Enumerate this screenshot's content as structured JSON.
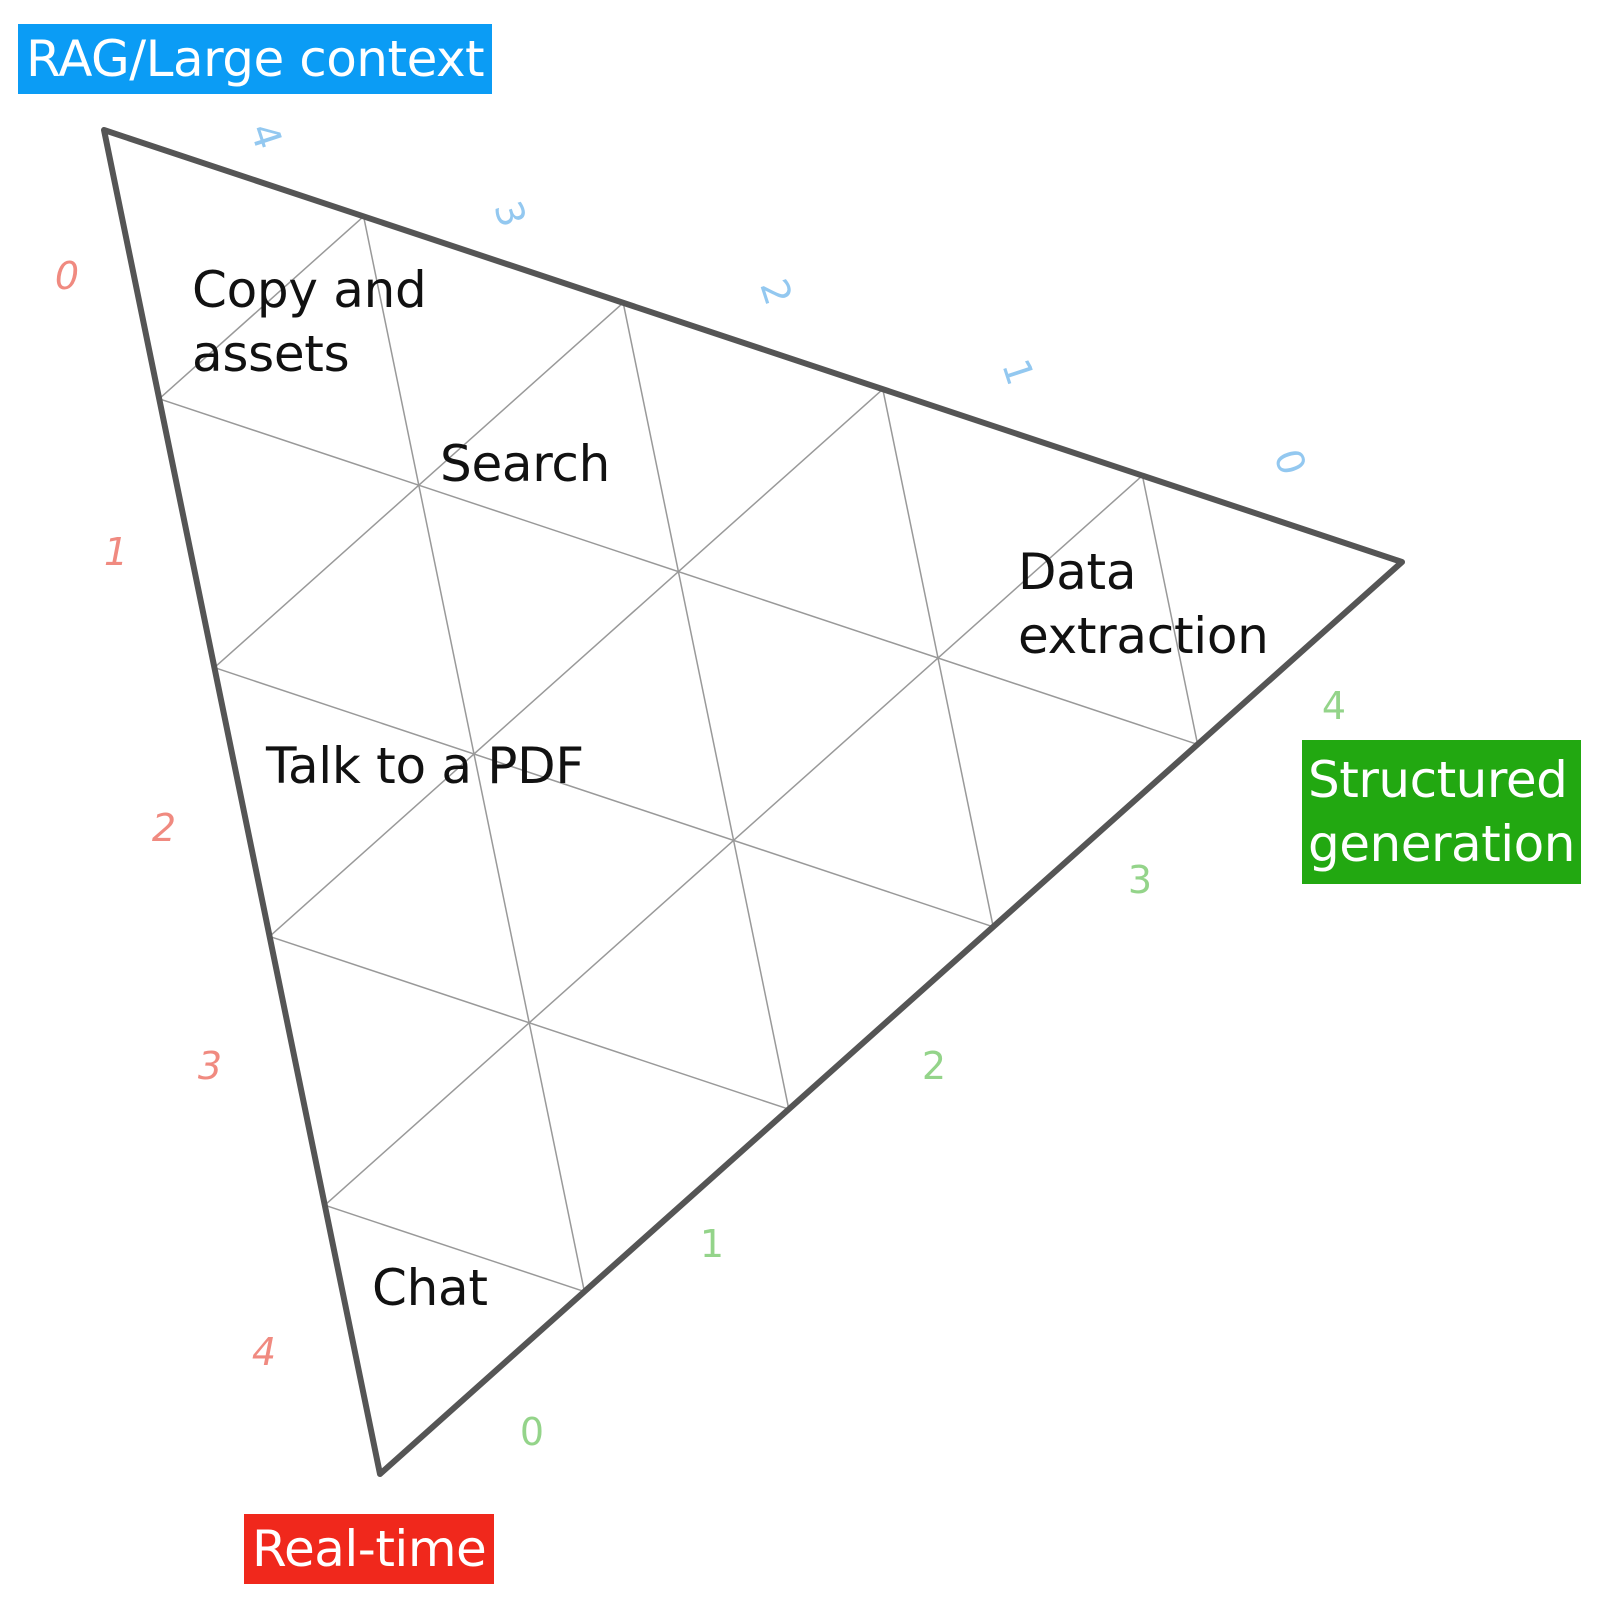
{
  "corners": {
    "top": "RAG/Large context",
    "bottom": "Real-time",
    "right": [
      "Structured",
      "generation"
    ]
  },
  "regions": {
    "copy": [
      "Copy and",
      "assets"
    ],
    "search": "Search",
    "data": [
      "Data",
      "extraction"
    ],
    "pdf": "Talk to a PDF",
    "chat": "Chat"
  },
  "ticks": {
    "red": [
      "0",
      "1",
      "2",
      "3",
      "4"
    ],
    "blue": [
      "4",
      "3",
      "2",
      "1",
      "0"
    ],
    "green": [
      "0",
      "1",
      "2",
      "3",
      "4"
    ]
  },
  "colors": {
    "top": "#0b9cf5",
    "bottom": "#f0281c",
    "right": "#22a811",
    "red_tick": "#f08a80",
    "blue_tick": "#93c8f0",
    "green_tick": "#94d48a",
    "outline": "#555555",
    "grid": "#999999"
  }
}
